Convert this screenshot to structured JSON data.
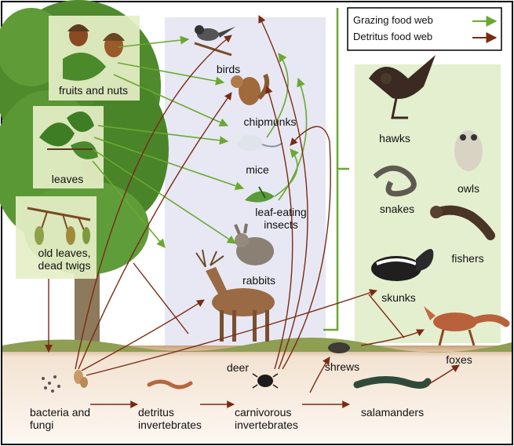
{
  "legend": {
    "grazing": "Grazing food web",
    "detritus": "Detritus food web",
    "grazing_color": "#6aa832",
    "detritus_color": "#7a2a14"
  },
  "producers": {
    "fruits": "fruits and nuts",
    "leaves": "leaves",
    "old_leaves": "old leaves, dead twigs"
  },
  "consumers": {
    "birds": "birds",
    "chipmunks": "chipmunks",
    "mice": "mice",
    "leaf_insects": "leaf-eating insects",
    "rabbits": "rabbits",
    "deer": "deer"
  },
  "predators": {
    "hawks": "hawks",
    "owls": "owls",
    "snakes": "snakes",
    "fishers": "fishers",
    "skunks": "skunks",
    "foxes": "foxes"
  },
  "soil": {
    "bacteria": "bacteria and fungi",
    "detritus_inv": "detritus invertebrates",
    "carnivorous_inv": "carnivorous invertebrates",
    "shrews": "shrews",
    "salamanders": "salamanders"
  },
  "icons": [
    "acorn-icon",
    "oak-leaf-icon",
    "twig-icon",
    "bird-icon",
    "chipmunk-icon",
    "mouse-icon",
    "insect-icon",
    "rabbit-icon",
    "deer-icon",
    "hawk-icon",
    "owl-icon",
    "snake-icon",
    "fisher-icon",
    "skunk-icon",
    "fox-icon",
    "shrew-icon",
    "salamander-icon",
    "worm-icon",
    "beetle-icon",
    "fungi-icon"
  ]
}
